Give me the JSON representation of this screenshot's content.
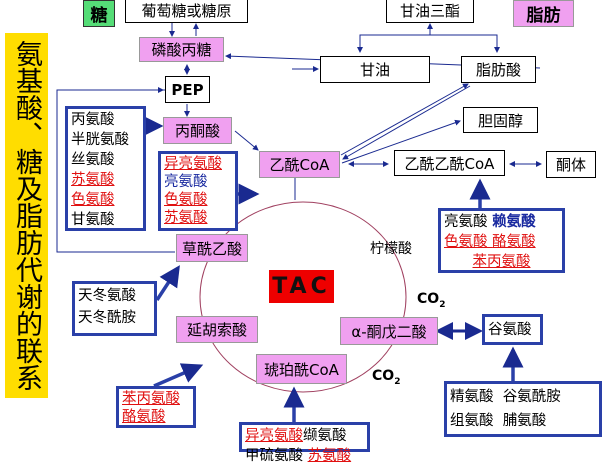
{
  "title": "氨基酸、糖及脂肪代谢的联系",
  "labels": {
    "sugar": "糖",
    "fat": "脂肪",
    "glucose": "葡萄糖或糖原",
    "triglyceride": "甘油三酯",
    "triose_phosphate": "磷酸丙糖",
    "glycerol": "甘油",
    "fatty_acid": "脂肪酸",
    "pep": "PEP",
    "pyruvate": "丙酮酸",
    "cholesterol": "胆固醇",
    "acetyl_coa": "乙酰CoA",
    "acetoacetyl_coa": "乙酰乙酰CoA",
    "ketone": "酮体",
    "citrate": "柠檬酸",
    "oxaloacetate": "草酰乙酸",
    "tac": "TAC",
    "co2": "CO",
    "co2_sub": "2",
    "fumarate": "延胡索酸",
    "akg": "α-酮戊二酸",
    "glutamate": "谷氨酸",
    "succinyl_coa": "琥珀酰CoA"
  },
  "lists": {
    "pyruvate_aa": [
      "丙氨酸",
      "半胱氨酸",
      "丝氨酸",
      "苏氨酸",
      "色氨酸",
      "甘氨酸"
    ],
    "acetyl_aa": [
      "异亮氨酸",
      "亮氨酸",
      "色氨酸",
      "苏氨酸"
    ],
    "ketogenic_aa": [
      "亮氨酸",
      "赖氨酸",
      "色氨酸",
      "酪氨酸",
      "苯丙氨酸"
    ],
    "asp": [
      "天冬氨酸",
      "天冬酰胺"
    ],
    "fum_aa": [
      "苯丙氨酸",
      "酪氨酸"
    ],
    "succ_aa": [
      "异亮氨酸",
      "缬氨酸",
      "甲硫氨酸",
      "苏氨酸"
    ],
    "glu_aa": [
      "精氨酸",
      "谷氨酰胺",
      "组氨酸",
      "脯氨酸"
    ]
  },
  "colors": {
    "pink": "#f0a0f0",
    "yellow": "#ffdd00",
    "green": "#55dd77",
    "red": "#ee0000",
    "blue": "#2a40a8"
  }
}
